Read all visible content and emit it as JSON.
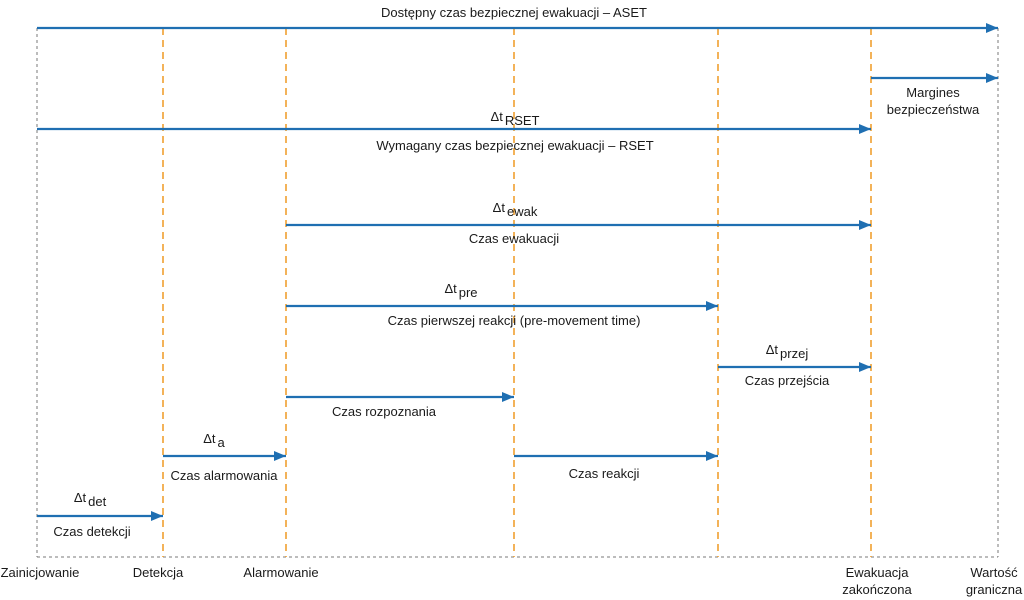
{
  "colors": {
    "arrow": "#1f6fb2",
    "guide": "#f0a030",
    "frame": "#7a7a7a",
    "text": "#1a1a1a"
  },
  "arrows": [
    {
      "id": "aset",
      "label_above": "Dostępny czas bezpiecznej ewakuacji – ASET"
    },
    {
      "id": "margin",
      "label_below": [
        "Margines",
        "bezpieczeństwa"
      ]
    },
    {
      "id": "rset",
      "delta": "Δt",
      "sub": "RSET",
      "label_below": "Wymagany czas bezpiecznej ewakuacji – RSET"
    },
    {
      "id": "ewak",
      "delta": "Δt",
      "sub": "ewak",
      "label_below": "Czas ewakuacji"
    },
    {
      "id": "pre",
      "delta": "Δt",
      "sub": "pre",
      "label_below": "Czas pierwszej reakcji (pre-movement time)"
    },
    {
      "id": "przej",
      "delta": "Δt",
      "sub": "przej",
      "label_below": "Czas przejścia"
    },
    {
      "id": "rozp",
      "label_below": "Czas rozpoznania"
    },
    {
      "id": "alarm",
      "delta": "Δt",
      "sub": "a",
      "label_below": "Czas alarmowania"
    },
    {
      "id": "reakcja",
      "label_below": "Czas reakcji"
    },
    {
      "id": "det",
      "delta": "Δt",
      "sub": "det",
      "label_below": "Czas detekcji"
    }
  ],
  "milestones": [
    {
      "id": "zainicjowanie",
      "lines": [
        "Zainicjowanie"
      ]
    },
    {
      "id": "detekcja",
      "lines": [
        "Detekcja"
      ]
    },
    {
      "id": "alarmowanie",
      "lines": [
        "Alarmowanie"
      ]
    },
    {
      "id": "ewakuacja-zakonczona",
      "lines": [
        "Ewakuacja",
        "zakończona"
      ]
    },
    {
      "id": "wartosc-graniczna",
      "lines": [
        "Wartość",
        "graniczna"
      ]
    }
  ]
}
